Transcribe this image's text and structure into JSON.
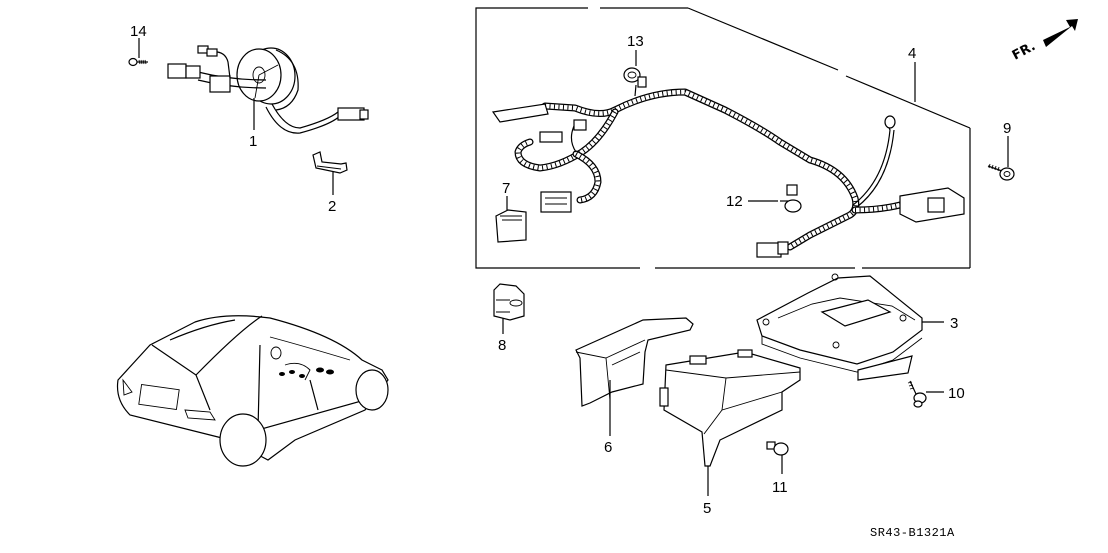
{
  "diagram": {
    "code": "SR43-B1321A",
    "direction_label": "FR.",
    "callouts": [
      {
        "id": "1",
        "label": "1",
        "part": "cable-reel"
      },
      {
        "id": "2",
        "label": "2",
        "part": "clip"
      },
      {
        "id": "3",
        "label": "3",
        "part": "srs-unit"
      },
      {
        "id": "4",
        "label": "4",
        "part": "srs-main-harness"
      },
      {
        "id": "5",
        "label": "5",
        "part": "unit-cover"
      },
      {
        "id": "6",
        "label": "6",
        "part": "unit-bracket"
      },
      {
        "id": "7",
        "label": "7",
        "part": "connector"
      },
      {
        "id": "8",
        "label": "8",
        "part": "holder"
      },
      {
        "id": "9",
        "label": "9",
        "part": "bolt"
      },
      {
        "id": "10",
        "label": "10",
        "part": "bolt"
      },
      {
        "id": "11",
        "label": "11",
        "part": "clip"
      },
      {
        "id": "12",
        "label": "12",
        "part": "harness-clip"
      },
      {
        "id": "13",
        "label": "13",
        "part": "harness-clip"
      },
      {
        "id": "14",
        "label": "14",
        "part": "screw"
      }
    ],
    "colors": {
      "ink": "#000000",
      "paper": "#ffffff"
    }
  }
}
